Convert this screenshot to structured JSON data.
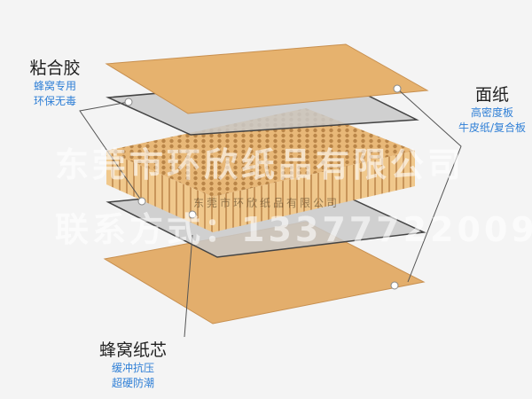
{
  "labels": {
    "adhesive": {
      "title": "粘合胶",
      "lines": [
        "蜂窝专用",
        "环保无毒"
      ]
    },
    "face_paper": {
      "title": "面纸",
      "lines": [
        "高密度板",
        "牛皮纸/复合板"
      ]
    },
    "core": {
      "title": "蜂窝纸芯",
      "lines": [
        "缓冲抗压",
        "超硬防潮"
      ]
    }
  },
  "watermark": {
    "company": "东莞市环欣纸品有限公司",
    "contact": "联系方式：13377722009",
    "small": "东莞市环欣纸品有限公司"
  },
  "colors": {
    "sheet": "#e6b26e",
    "honeycomb": "#e8b878",
    "glue": "#c4c4c4",
    "accent": "#2f7fd6"
  }
}
